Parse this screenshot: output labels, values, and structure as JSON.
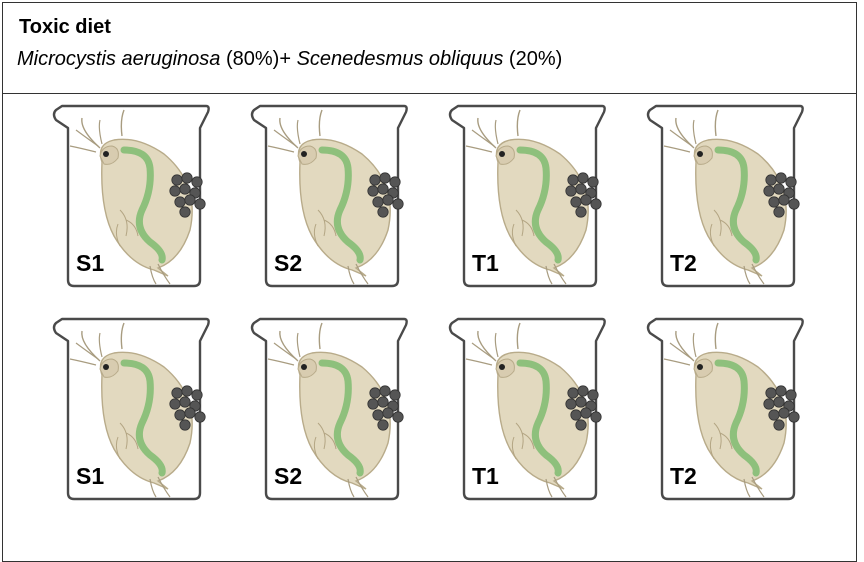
{
  "header": {
    "title": "Toxic diet",
    "species1": "Microcystis aeruginosa",
    "pct1": " (80%)+ ",
    "species2": "Scenedesmus obliquus",
    "pct2": " (20%)"
  },
  "rows": [
    {
      "beakers": [
        {
          "label": "S1"
        },
        {
          "label": "S2"
        },
        {
          "label": "T1"
        },
        {
          "label": "T2"
        }
      ]
    },
    {
      "beakers": [
        {
          "label": "S1"
        },
        {
          "label": "S2"
        },
        {
          "label": "T1"
        },
        {
          "label": "T2"
        }
      ]
    }
  ],
  "colors": {
    "beaker_outline": "#4a4a4a",
    "daphnia_body": "#e2d9bf",
    "gut": "#8ec07c",
    "eggs": "#555555"
  },
  "icons": [
    "beaker-icon",
    "daphnia-icon"
  ]
}
